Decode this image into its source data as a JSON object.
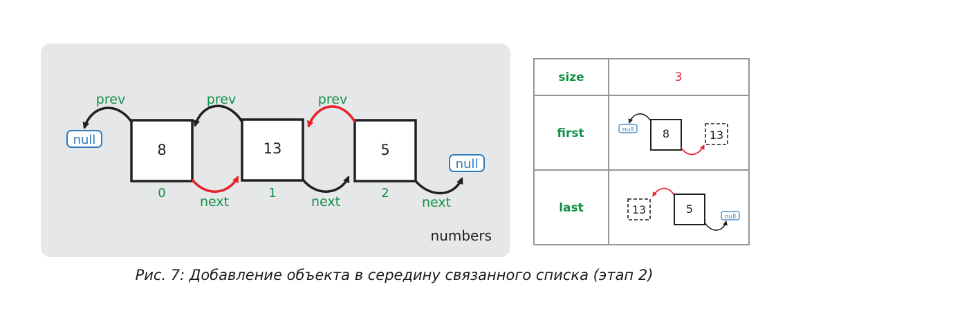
{
  "list": {
    "container_label": "numbers",
    "nodes": [
      {
        "value": "8",
        "index": "0"
      },
      {
        "value": "13",
        "index": "1"
      },
      {
        "value": "5",
        "index": "2"
      }
    ],
    "prev_label": "prev",
    "next_label": "next",
    "null_label": "null"
  },
  "table": {
    "size": {
      "label": "size",
      "value": "3"
    },
    "first": {
      "label": "first",
      "node_value": "8",
      "next_value": "13",
      "null_label": "null"
    },
    "last": {
      "label": "last",
      "node_value": "5",
      "prev_value": "13",
      "null_label": "null"
    }
  },
  "caption": "Рис. 7: Добавление объекта в середину связанного списка (этап 2)",
  "colors": {
    "label_green": "#129147",
    "highlight_red": "#e8202a",
    "null_blue": "#2b7bbf",
    "panel_gray": "#e6e7e8"
  }
}
